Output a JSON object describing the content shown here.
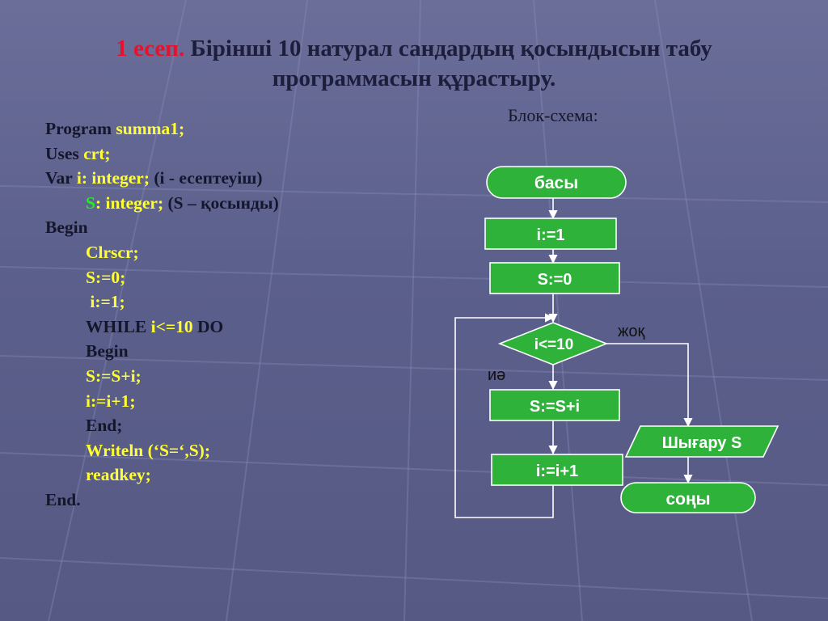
{
  "title": {
    "number": "1 есеп.",
    "line1_rest": " Бірінші 10 натурал сандардың қосындысын табу",
    "line2": "программасын құрастыру."
  },
  "subtitle": "Блок-схема:",
  "code": {
    "l1a": "Program ",
    "l1b": "summa1;",
    "l2a": "Uses ",
    "l2b": "crt;",
    "l3a": "Var ",
    "l3b": "i",
    "l3c": ": integer;",
    "l3d": " (i - есептеуіш)",
    "l4a": "S",
    "l4b": ": integer;",
    "l4c": " (S – қосынды)",
    "l5": "Begin",
    "l6": "Clrscr;",
    "l7": "S:=0;",
    "l8": " i:=1;",
    "l9a": "WHILE ",
    "l9b": "i<=10",
    "l9c": " DO",
    "l10": "Begin",
    "l11": "S:=S+i;",
    "l12": "i:=i+1;",
    "l13": "End;",
    "l14": "Writeln (‘S=‘,S);",
    "l15": "readkey;",
    "l16": "End."
  },
  "flowchart": {
    "start": "басы",
    "init_i": "i:=1",
    "init_s": "S:=0",
    "condition": "i<=10",
    "yes": "иә",
    "no": "жоқ",
    "sum": "S:=S+i",
    "inc": "i:=i+1",
    "output": "Шығару S",
    "end": "соңы"
  },
  "colors": {
    "shape_fill": "#2eb23a",
    "shape_stroke": "#ffffff",
    "title_accent": "#e8102a",
    "code_highlight_yellow": "#ffff33",
    "code_highlight_green": "#22ee22"
  }
}
